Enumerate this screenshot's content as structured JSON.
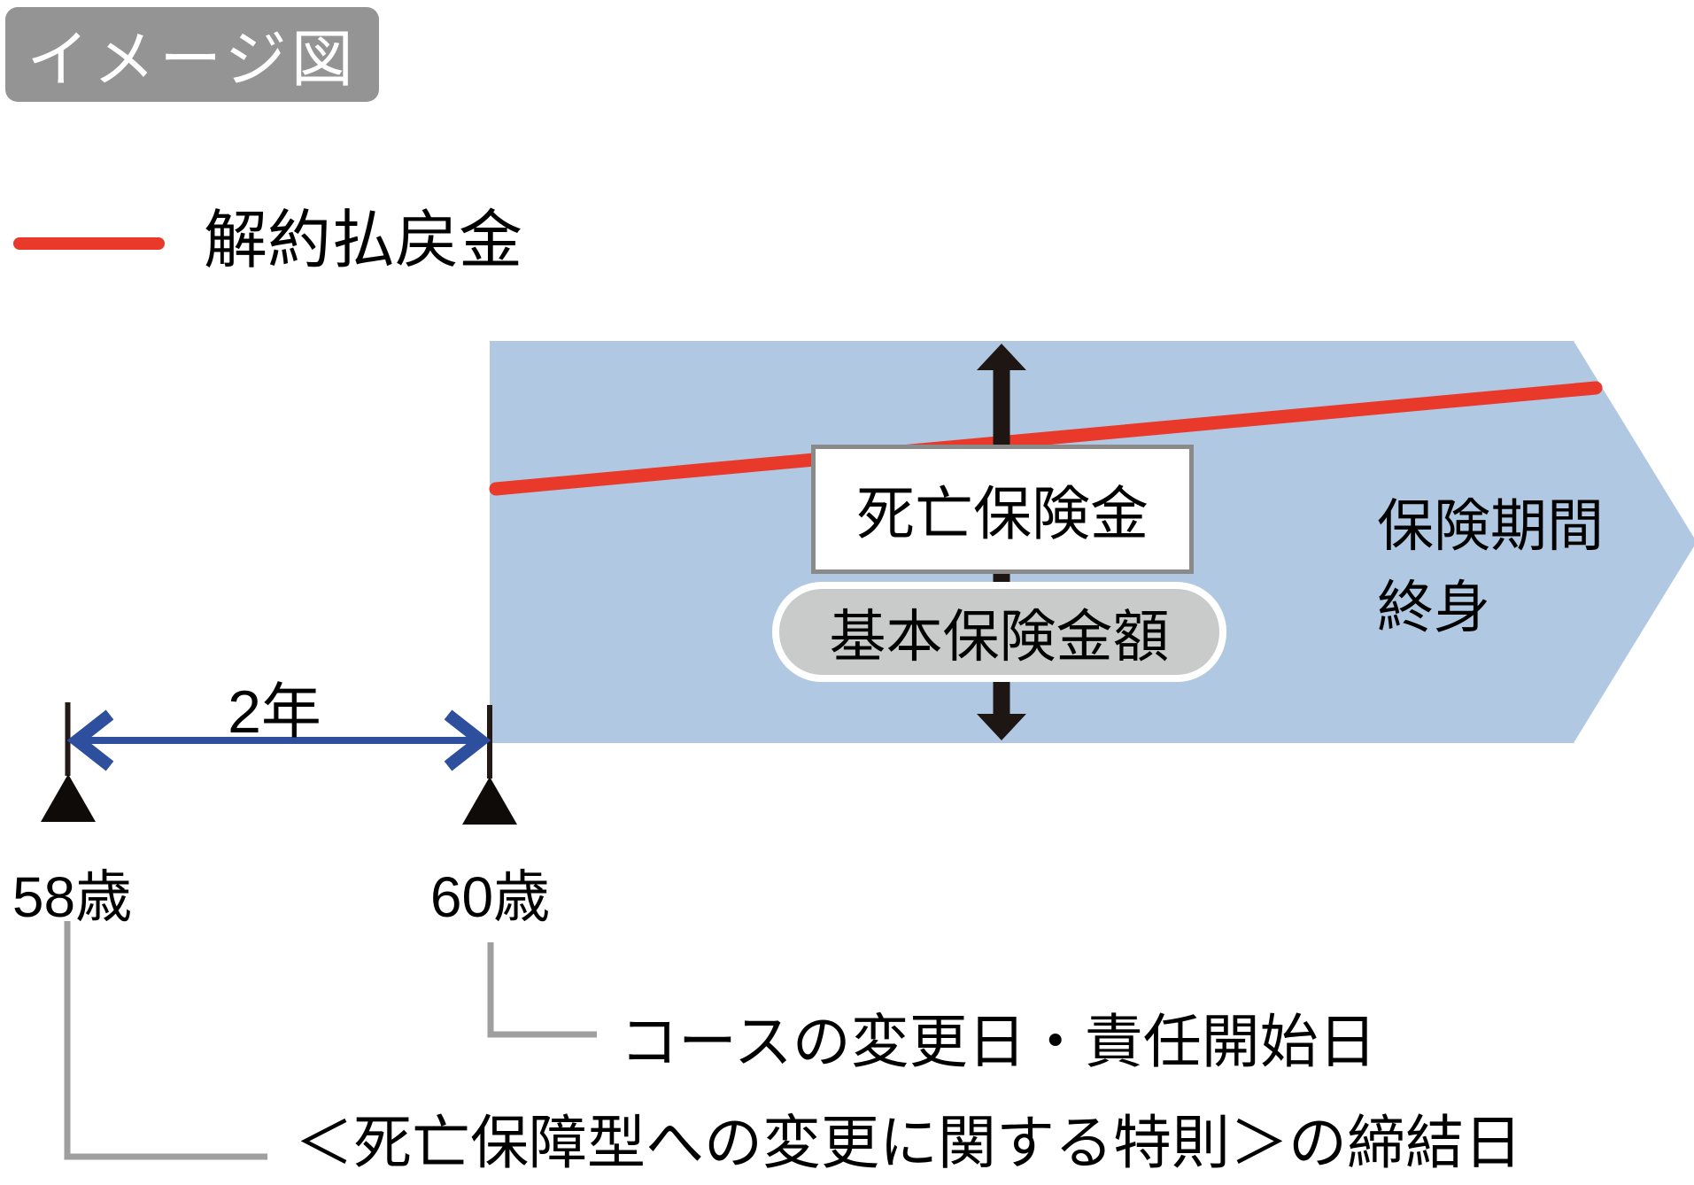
{
  "badge": {
    "label": "イメージ図"
  },
  "legend": {
    "label": "解約払戻金"
  },
  "diagram": {
    "death_benefit_label": "死亡保険金",
    "basic_amount_label": "基本保険金額",
    "coverage_period_line1": "保険期間",
    "coverage_period_line2": "終身"
  },
  "timeline": {
    "span_label": "2年",
    "age_left_label": "58歳",
    "age_right_label": "60歳",
    "change_date_annotation": "コースの変更日・責任開始日",
    "special_provision_annotation": "＜死亡保障型への変更に関する特則＞の締結日"
  },
  "colors": {
    "coverage_arrow_fill": "#b0c8e2",
    "surrender_line_red": "#e8392a",
    "timeline_arrow_blue": "#2e4f9e",
    "print_black": "#1d1613",
    "badge_gray": "#949494",
    "box_border_gray": "#8a8a8a",
    "basic_box_fill": "#c9caca",
    "connector_gray": "#9f9f9f"
  }
}
